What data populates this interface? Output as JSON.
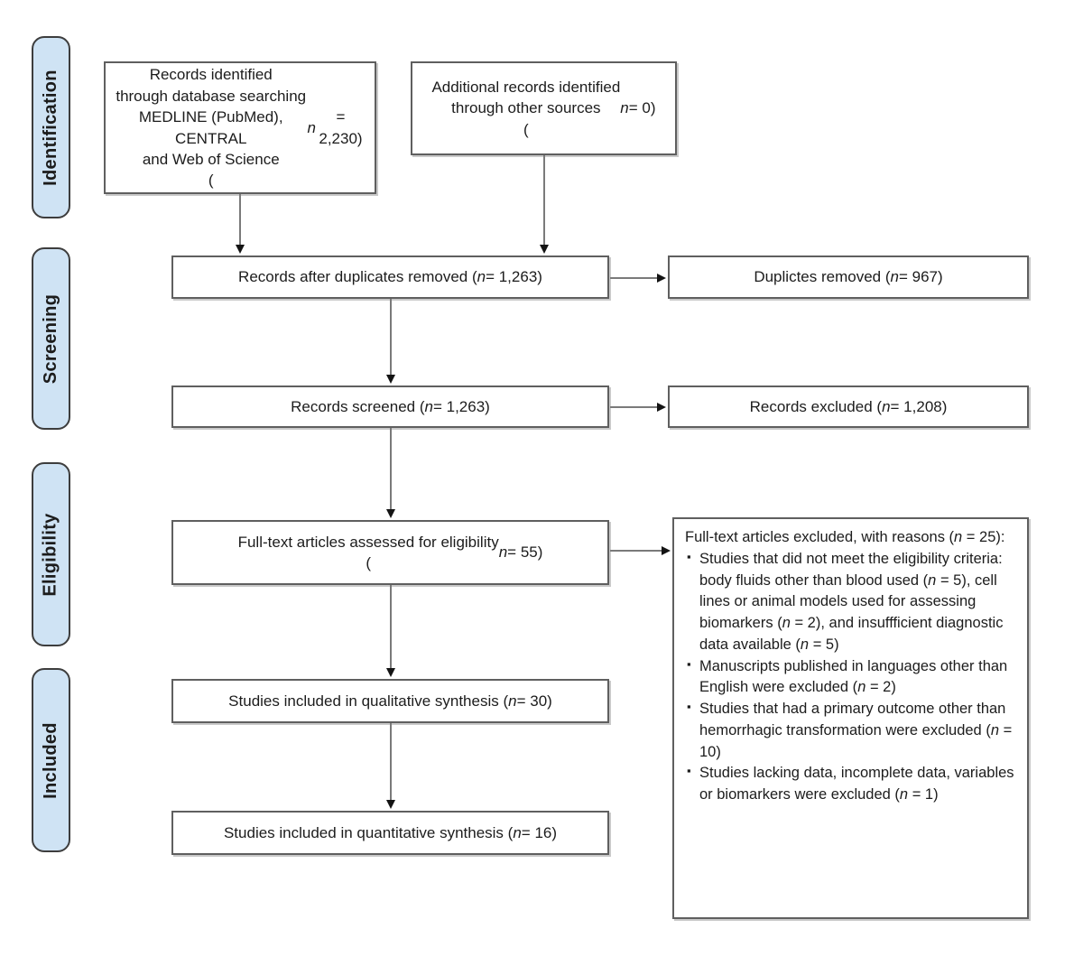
{
  "colors": {
    "stage_fill": "#cfe3f4",
    "stage_border": "#3d3d3d",
    "box_border": "#5f5f5f",
    "arrow_shaft": "#7a7a7a",
    "arrow_head": "#141414",
    "text": "#1c1c1c"
  },
  "sidebar": {
    "stages": [
      {
        "label": "Identification"
      },
      {
        "label": "Screening"
      },
      {
        "label": "Eligibility"
      },
      {
        "label": "Included"
      }
    ]
  },
  "flow": {
    "identified_db": [
      "Records identified",
      "through database searching",
      "MEDLINE (PubMed), CENTRAL",
      "and Web of Science",
      "(n = 2,230)"
    ],
    "other_sources": [
      "Additional records identified",
      "through other sources",
      "(n = 0)"
    ],
    "after_duplicates": "Records after duplicates removed (n = 1,263)",
    "duplicates_removed": "Duplictes removed (n = 967)",
    "screened": "Records screened (n = 1,263)",
    "records_excluded": "Records excluded (n = 1,208)",
    "fulltext_assessed": [
      "Full-text articles assessed for eligibility",
      "(n = 55)"
    ],
    "qualitative": "Studies included in qualitative synthesis (n = 30)",
    "quantitative": "Studies included in quantitative synthesis (n = 16)",
    "fulltext_excluded": {
      "title": "Full-text articles excluded, with reasons (n = 25):",
      "bullet_char": "▪",
      "bullets": [
        "Studies that did not meet the eligibility criteria: body fluids other than blood used (n = 5), cell lines or animal models used for assessing biomarkers (n = 2), and insuffficient diagnostic data available (n = 5)",
        "Manuscripts published in languages other than English were excluded (n = 2)",
        "Studies that had a primary outcome other than hemorrhagic transformation were excluded (n = 10)",
        "Studies lacking data, incomplete data, variables or biomarkers were excluded (n = 1)"
      ]
    }
  }
}
